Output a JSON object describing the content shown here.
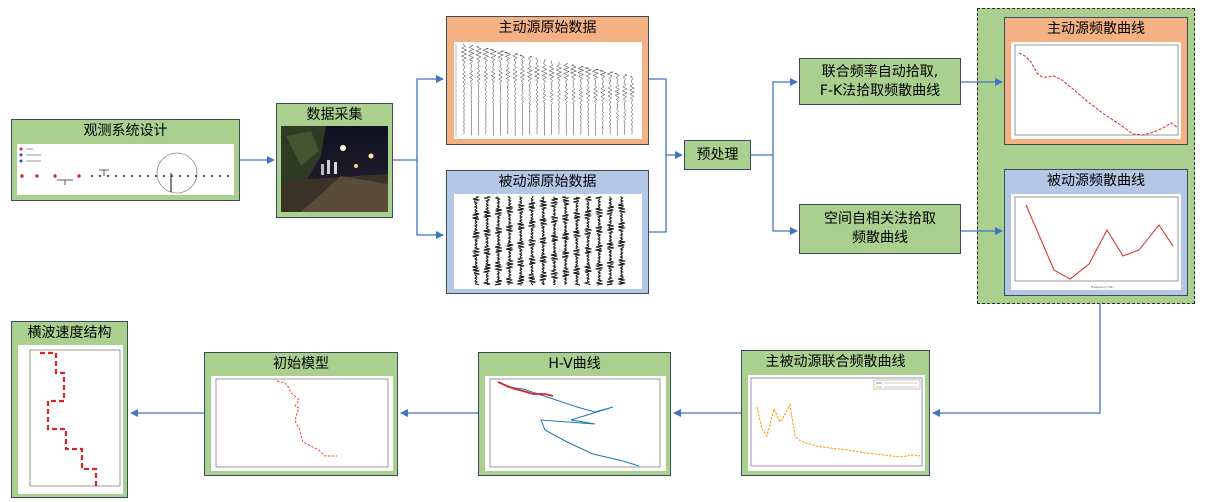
{
  "nodes": {
    "survey_design": "观测系统设计",
    "data_acquisition": "数据采集",
    "active_raw": "主动源原始数据",
    "passive_raw": "被动源原始数据",
    "preprocess": "预处理",
    "active_method": "联合频率自动拾取,\nF-K法拾取频散曲线",
    "passive_method": "空间自相关法拾取\n频散曲线",
    "active_curve": "主动源频散曲线",
    "passive_curve": "被动源频散曲线",
    "joint_curve": "主被动源联合频散曲线",
    "hv_curve": "H-V曲线",
    "initial_model": "初始模型",
    "vs_structure": "横波速度结构"
  },
  "colors": {
    "green": "#a9d08e",
    "orange": "#f4b183",
    "blue": "#b4c7e7",
    "arrow": "#4472c4",
    "red_curve": "#d62728",
    "blue_curve": "#1f77b4",
    "orange_curve": "#ff9900"
  }
}
